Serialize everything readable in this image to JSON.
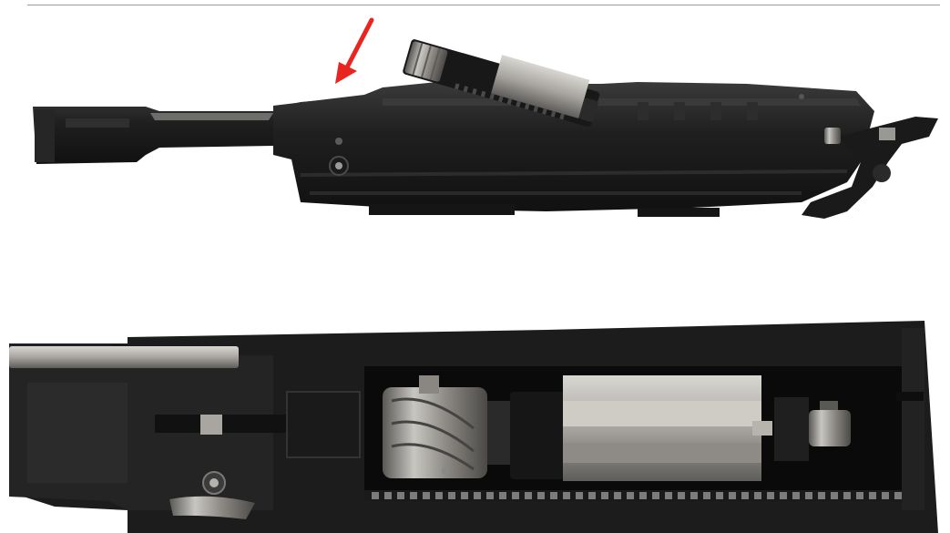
{
  "figures": [
    {
      "id": "upper-view",
      "parts": [
        "barrel",
        "receiver",
        "bolt-carrier",
        "charging-handle"
      ]
    },
    {
      "id": "lower-view",
      "parts": [
        "bolt-head",
        "bolt-carrier",
        "receiver-rail"
      ]
    }
  ],
  "annotations": [
    {
      "type": "arrow",
      "icon": "arrow-down-left-icon",
      "color": "#e8261f"
    }
  ],
  "colors": {
    "receiver": "#1b1b1b",
    "receiver_highlight": "#3a3a3a",
    "steel": "#b9b6b0",
    "steel_dark": "#6c6a66",
    "arrow": "#e8261f"
  }
}
